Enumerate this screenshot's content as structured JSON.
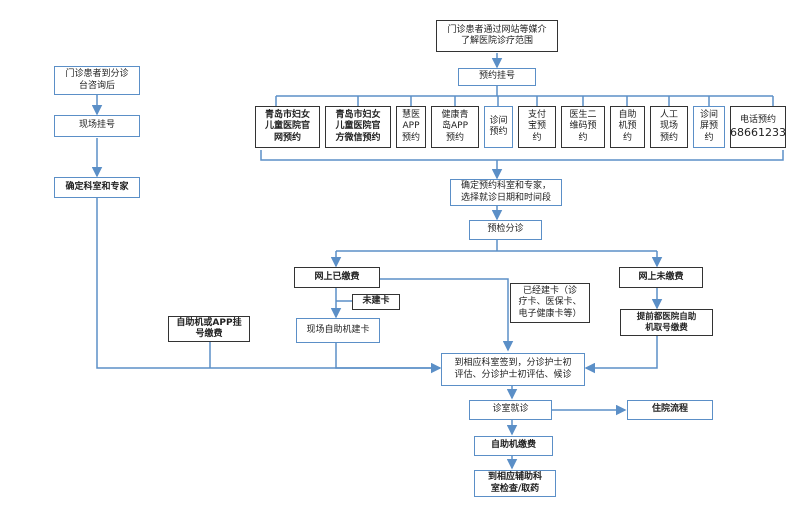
{
  "nodes": {
    "intro": "门诊患者通过网站等媒介\n了解医院诊疗范围",
    "booking": "预约挂号",
    "ch1": "青岛市妇女\n儿童医院官\n网预约",
    "ch2": "青岛市妇女\n儿童医院官\n方微信预约",
    "ch3": "慧医\nAPP\n预约",
    "ch4": "健康青\n岛APP\n预约",
    "ch5": "诊间\n预约",
    "ch6": "支付\n宝预\n约",
    "ch7": "医生二\n维码预\n约",
    "ch8": "自助\n机预\n约",
    "ch9": "人工\n现场\n预约",
    "ch10": "诊间\n屏预\n约",
    "ch11_label": "电话预约",
    "ch11_number": "68661233",
    "walkin": "门诊患者到分诊\n台咨询后",
    "onsite_reg": "现场挂号",
    "dept_expert": "确定科室和专家",
    "confirm_booking": "确定预约科室和专家，\n选择就诊日期和时间段",
    "precheck": "预检分诊",
    "paid_online": "网上已缴费",
    "no_card": "未建卡",
    "card_kiosk": "现场自助机建卡",
    "has_card": "已经建卡（诊\n疗卡、医保卡、\n电子健康卡等）",
    "unpaid_online": "网上未缴费",
    "kiosk_ticket": "提前都医院自助\n机取号缴费",
    "kiosk_app_reg": "自助机或APP挂\n号缴费",
    "arrive_dept": "到相应科室签到，分诊护士初\n评估、分诊护士初评估、候诊",
    "consult": "诊室就诊",
    "inpatient": "住院流程",
    "kiosk_pay": "自助机缴费",
    "aux": "到相应辅助科\n室检查/取药"
  },
  "colors": {
    "line": "#5b8fc7",
    "border_blue": "#5b8fc7",
    "border_dark": "#333333"
  }
}
